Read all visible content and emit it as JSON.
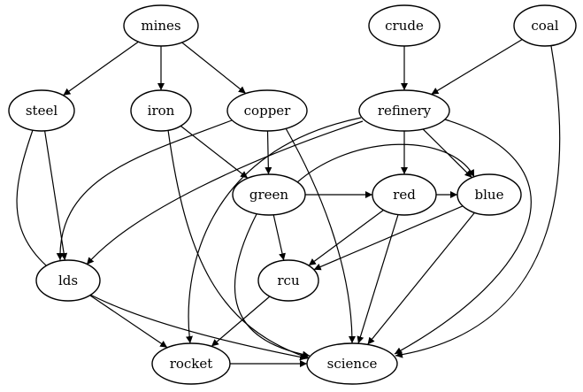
{
  "diagram": {
    "type": "directed-graph",
    "colors": {
      "stroke": "#000000",
      "fill": "#ffffff",
      "text": "#000000"
    },
    "nodes": [
      {
        "id": "mines",
        "label": "mines"
      },
      {
        "id": "crude",
        "label": "crude"
      },
      {
        "id": "coal",
        "label": "coal"
      },
      {
        "id": "steel",
        "label": "steel"
      },
      {
        "id": "iron",
        "label": "iron"
      },
      {
        "id": "copper",
        "label": "copper"
      },
      {
        "id": "refinery",
        "label": "refinery"
      },
      {
        "id": "green",
        "label": "green"
      },
      {
        "id": "red",
        "label": "red"
      },
      {
        "id": "blue",
        "label": "blue"
      },
      {
        "id": "lds",
        "label": "lds"
      },
      {
        "id": "rcu",
        "label": "rcu"
      },
      {
        "id": "rocket",
        "label": "rocket"
      },
      {
        "id": "science",
        "label": "science"
      }
    ],
    "edges": [
      {
        "from": "mines",
        "to": "steel"
      },
      {
        "from": "mines",
        "to": "iron"
      },
      {
        "from": "mines",
        "to": "copper"
      },
      {
        "from": "crude",
        "to": "refinery"
      },
      {
        "from": "coal",
        "to": "refinery"
      },
      {
        "from": "coal",
        "to": "science"
      },
      {
        "from": "steel",
        "to": "lds"
      },
      {
        "from": "steel",
        "to": "science"
      },
      {
        "from": "iron",
        "to": "green"
      },
      {
        "from": "iron",
        "to": "science"
      },
      {
        "from": "copper",
        "to": "green"
      },
      {
        "from": "copper",
        "to": "lds"
      },
      {
        "from": "copper",
        "to": "science"
      },
      {
        "from": "refinery",
        "to": "red"
      },
      {
        "from": "refinery",
        "to": "blue"
      },
      {
        "from": "refinery",
        "to": "lds"
      },
      {
        "from": "refinery",
        "to": "rocket"
      },
      {
        "from": "refinery",
        "to": "science"
      },
      {
        "from": "green",
        "to": "red"
      },
      {
        "from": "green",
        "to": "blue"
      },
      {
        "from": "green",
        "to": "rcu"
      },
      {
        "from": "green",
        "to": "science"
      },
      {
        "from": "red",
        "to": "blue"
      },
      {
        "from": "red",
        "to": "rcu"
      },
      {
        "from": "red",
        "to": "science"
      },
      {
        "from": "blue",
        "to": "rcu"
      },
      {
        "from": "blue",
        "to": "science"
      },
      {
        "from": "lds",
        "to": "rocket"
      },
      {
        "from": "rcu",
        "to": "rocket"
      },
      {
        "from": "rocket",
        "to": "science"
      }
    ]
  }
}
